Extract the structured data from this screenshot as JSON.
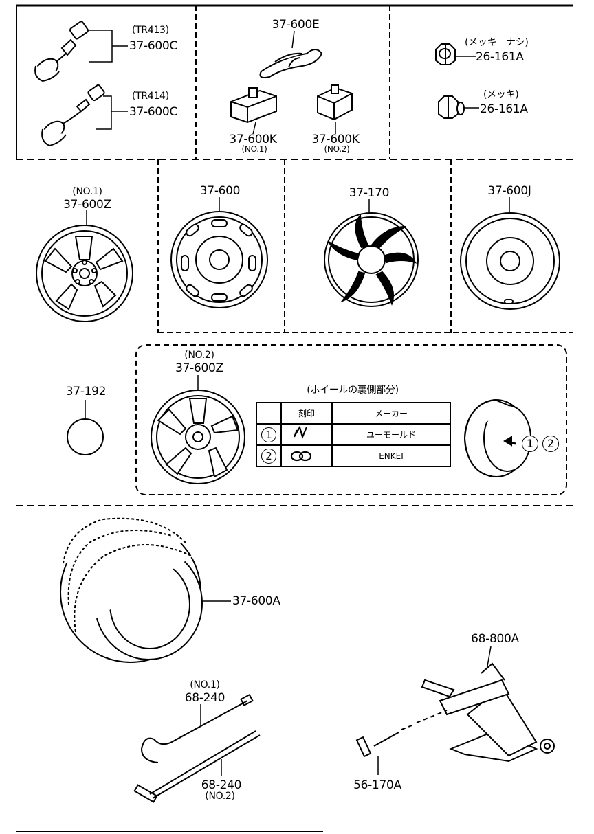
{
  "parts": {
    "valve_tr413_note": "(TR413)",
    "valve_tr413": "37-600C",
    "valve_tr414_note": "(TR414)",
    "valve_tr414": "37-600C",
    "weight_e": "37-600E",
    "weight_k1": "37-600K",
    "weight_k1_note": "(NO.1)",
    "weight_k2": "37-600K",
    "weight_k2_note": "(NO.2)",
    "nut1_note": "(メッキ　ナシ)",
    "nut1": "26-161A",
    "nut2_note": "(メッキ)",
    "nut2": "26-161A",
    "alloy1_note": "(NO.1)",
    "alloy1": "37-600Z",
    "steel_wheel": "37-600",
    "wheel_cap": "37-170",
    "spare_wheel": "37-600J",
    "ornament": "37-192",
    "alloy2_note": "(NO.2)",
    "alloy2": "37-600Z",
    "tire": "37-600A",
    "jack": "68-800A",
    "handle1_note": "(NO.1)",
    "handle1": "68-240",
    "handle2": "68-240",
    "handle2_note": "(NO.2)",
    "jack_bar": "56-170A"
  },
  "maker_table": {
    "caption": "(ホイールの裏側部分)",
    "header_mark": "刻印",
    "header_maker": "メーカー",
    "rows": [
      {
        "num": "1",
        "maker": "ユーモールド"
      },
      {
        "num": "2",
        "maker": "ENKEI"
      }
    ]
  },
  "callouts": [
    "1",
    "2"
  ]
}
